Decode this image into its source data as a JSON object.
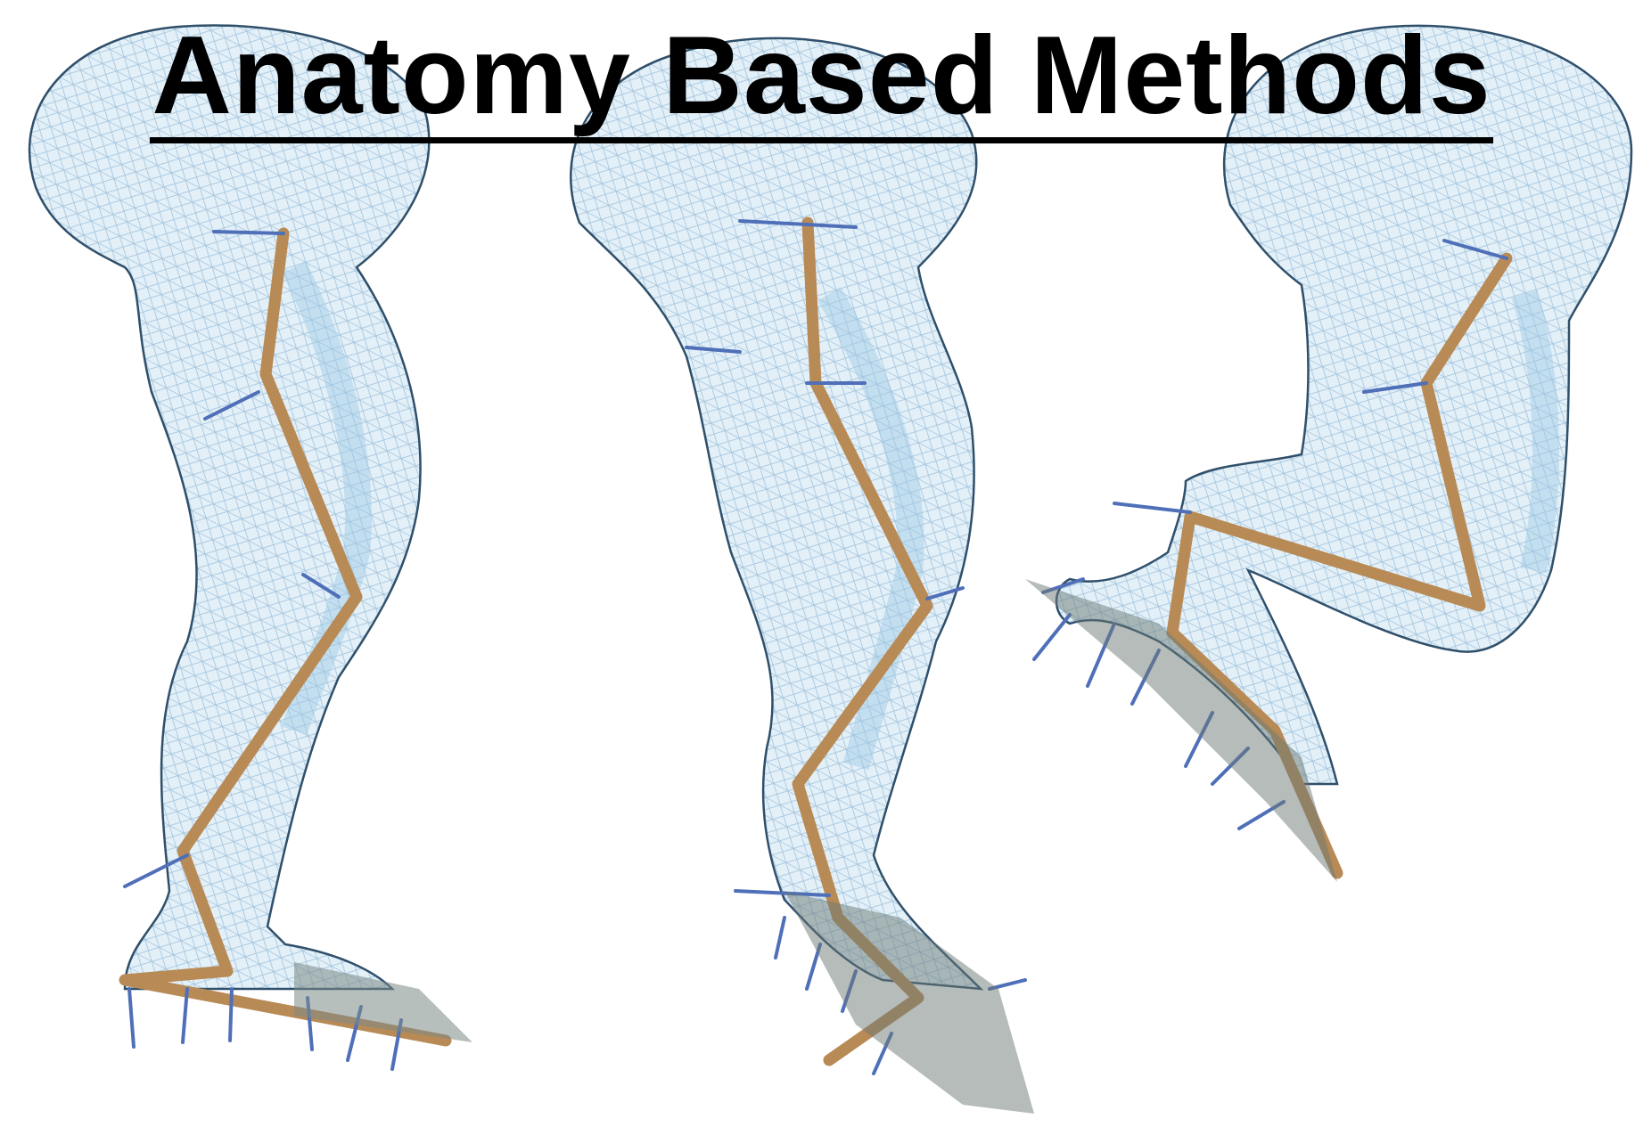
{
  "slide": {
    "title": "Anatomy Based Methods"
  },
  "illustration": {
    "figures": [
      {
        "pose": "standing-slightly-bent"
      },
      {
        "pose": "standing-crouched"
      },
      {
        "pose": "leg-raised-folded"
      }
    ],
    "colors": {
      "mesh_fill": "#dcecf6",
      "mesh_line": "#7fa9c8",
      "mesh_outline": "#2f4f6a",
      "bone": "#b88a55",
      "bone_dark": "#8f6f4d",
      "marker": "#4f6fb8",
      "foot_shadow": "#7c8a86"
    }
  }
}
